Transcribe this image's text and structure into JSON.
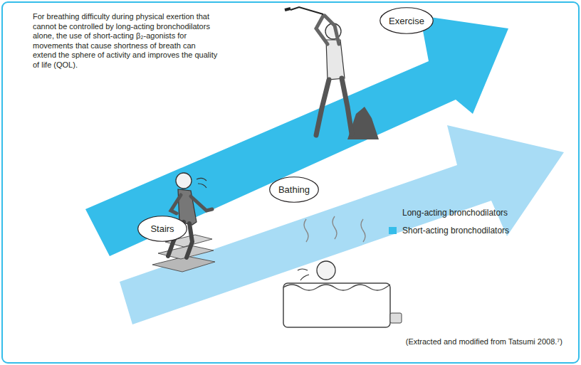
{
  "diagram": {
    "caption": "(Extracted and modified from Tatsumi 2008.⁷)",
    "nodes": [
      {
        "text": [
          "Exercise"
        ]
      },
      {
        "text": [
          "Stairs"
        ]
      },
      {
        "text": [
          "Bathing"
        ]
      }
    ],
    "labels": [
      "For breathing difficulty during physical exertion that cannot be controlled by long-acting bronchodilators alone, the use of short-acting β₂-agonists for movements that cause shortness of breath can extend the sphere of activity and improves the quality of life (QOL)."
    ],
    "legend": [
      {
        "text": "Long-acting bronchodilators",
        "color": "#a8dcf5"
      },
      {
        "text": "Short-acting bronchodilators",
        "color": "#35bdea"
      }
    ]
  }
}
